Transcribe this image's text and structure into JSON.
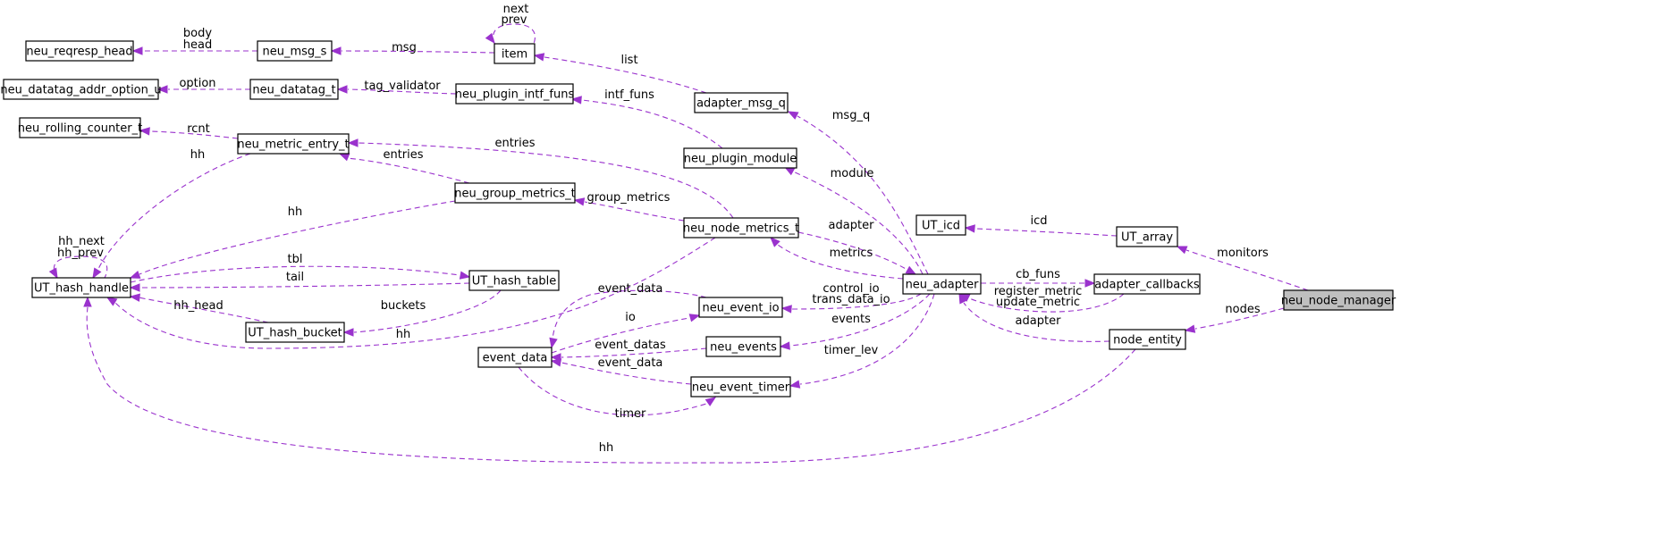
{
  "diagram": {
    "focus": "neu_node_manager",
    "nodes": [
      {
        "id": "neu_reqresp_head",
        "label": "neu_reqresp_head"
      },
      {
        "id": "neu_msg_s",
        "label": "neu_msg_s"
      },
      {
        "id": "item",
        "label": "item"
      },
      {
        "id": "neu_datatag_addr_option_u",
        "label": "neu_datatag_addr_option_u"
      },
      {
        "id": "neu_datatag_t",
        "label": "neu_datatag_t"
      },
      {
        "id": "neu_plugin_intf_funs",
        "label": "neu_plugin_intf_funs"
      },
      {
        "id": "adapter_msg_q",
        "label": "adapter_msg_q"
      },
      {
        "id": "neu_rolling_counter_t",
        "label": "neu_rolling_counter_t"
      },
      {
        "id": "neu_metric_entry_t",
        "label": "neu_metric_entry_t"
      },
      {
        "id": "neu_plugin_module",
        "label": "neu_plugin_module"
      },
      {
        "id": "neu_group_metrics_t",
        "label": "neu_group_metrics_t"
      },
      {
        "id": "neu_node_metrics_t",
        "label": "neu_node_metrics_t"
      },
      {
        "id": "UT_icd",
        "label": "UT_icd"
      },
      {
        "id": "UT_array",
        "label": "UT_array"
      },
      {
        "id": "UT_hash_handle",
        "label": "UT_hash_handle"
      },
      {
        "id": "UT_hash_table",
        "label": "UT_hash_table"
      },
      {
        "id": "neu_adapter",
        "label": "neu_adapter"
      },
      {
        "id": "adapter_callbacks",
        "label": "adapter_callbacks"
      },
      {
        "id": "neu_node_manager",
        "label": "neu_node_manager"
      },
      {
        "id": "neu_event_io",
        "label": "neu_event_io"
      },
      {
        "id": "UT_hash_bucket",
        "label": "UT_hash_bucket"
      },
      {
        "id": "node_entity",
        "label": "node_entity"
      },
      {
        "id": "neu_events",
        "label": "neu_events"
      },
      {
        "id": "event_data",
        "label": "event_data"
      },
      {
        "id": "neu_event_timer",
        "label": "neu_event_timer"
      }
    ],
    "edges": [
      {
        "id": "e_body_head",
        "from": "neu_msg_s",
        "to": "neu_reqresp_head",
        "label_lines": [
          "body",
          "head"
        ]
      },
      {
        "id": "e_msg",
        "from": "item",
        "to": "neu_msg_s",
        "label_lines": [
          "msg"
        ]
      },
      {
        "id": "e_next_prev",
        "from": "item",
        "to": "item",
        "label_lines": [
          "next",
          "prev"
        ]
      },
      {
        "id": "e_option",
        "from": "neu_datatag_t",
        "to": "neu_datatag_addr_option_u",
        "label_lines": [
          "option"
        ]
      },
      {
        "id": "e_tag_validator",
        "from": "neu_plugin_intf_funs",
        "to": "neu_datatag_t",
        "label_lines": [
          "tag_validator"
        ]
      },
      {
        "id": "e_list",
        "from": "adapter_msg_q",
        "to": "item",
        "label_lines": [
          "list"
        ]
      },
      {
        "id": "e_intf_funs",
        "from": "neu_plugin_module",
        "to": "neu_plugin_intf_funs",
        "label_lines": [
          "intf_funs"
        ]
      },
      {
        "id": "e_rcnt",
        "from": "neu_metric_entry_t",
        "to": "neu_rolling_counter_t",
        "label_lines": [
          "rcnt"
        ]
      },
      {
        "id": "e_entries_node",
        "from": "neu_node_metrics_t",
        "to": "neu_metric_entry_t",
        "label_lines": [
          "entries"
        ]
      },
      {
        "id": "e_entries_group",
        "from": "neu_group_metrics_t",
        "to": "neu_metric_entry_t",
        "label_lines": [
          "entries"
        ]
      },
      {
        "id": "e_hh_entry",
        "from": "neu_metric_entry_t",
        "to": "UT_hash_handle",
        "label_lines": [
          "hh"
        ]
      },
      {
        "id": "e_hh_group",
        "from": "neu_group_metrics_t",
        "to": "UT_hash_handle",
        "label_lines": [
          "hh"
        ]
      },
      {
        "id": "e_group_metrics",
        "from": "neu_node_metrics_t",
        "to": "neu_group_metrics_t",
        "label_lines": [
          "group_metrics"
        ]
      },
      {
        "id": "e_msg_q",
        "from": "neu_adapter",
        "to": "adapter_msg_q",
        "label_lines": [
          "msg_q"
        ]
      },
      {
        "id": "e_module",
        "from": "neu_adapter",
        "to": "neu_plugin_module",
        "label_lines": [
          "module"
        ]
      },
      {
        "id": "e_adapter_metrics",
        "from": "neu_node_metrics_t",
        "to": "neu_adapter",
        "label_lines": [
          "adapter"
        ]
      },
      {
        "id": "e_metrics",
        "from": "neu_adapter",
        "to": "neu_node_metrics_t",
        "label_lines": [
          "metrics"
        ]
      },
      {
        "id": "e_icd",
        "from": "UT_array",
        "to": "UT_icd",
        "label_lines": [
          "icd"
        ]
      },
      {
        "id": "e_monitors",
        "from": "neu_node_manager",
        "to": "UT_array",
        "label_lines": [
          "monitors"
        ]
      },
      {
        "id": "e_nodes",
        "from": "neu_node_manager",
        "to": "node_entity",
        "label_lines": [
          "nodes"
        ]
      },
      {
        "id": "e_hh_self",
        "from": "UT_hash_handle",
        "to": "UT_hash_handle",
        "label_lines": [
          "hh_next",
          "hh_prev"
        ]
      },
      {
        "id": "e_tbl",
        "from": "UT_hash_handle",
        "to": "UT_hash_table",
        "label_lines": [
          "tbl"
        ]
      },
      {
        "id": "e_tail",
        "from": "UT_hash_table",
        "to": "UT_hash_handle",
        "label_lines": [
          "tail"
        ]
      },
      {
        "id": "e_hh_head",
        "from": "UT_hash_bucket",
        "to": "UT_hash_handle",
        "label_lines": [
          "hh_head"
        ]
      },
      {
        "id": "e_buckets",
        "from": "UT_hash_table",
        "to": "UT_hash_bucket",
        "label_lines": [
          "buckets"
        ]
      },
      {
        "id": "e_hh_nodemetrics",
        "from": "neu_node_metrics_t",
        "to": "UT_hash_handle",
        "label_lines": [
          "hh"
        ]
      },
      {
        "id": "e_hh_nodeentity",
        "from": "node_entity",
        "to": "UT_hash_handle",
        "label_lines": [
          "hh"
        ]
      },
      {
        "id": "e_cb_funs",
        "from": "neu_adapter",
        "to": "adapter_callbacks",
        "label_lines": [
          "cb_funs"
        ]
      },
      {
        "id": "e_register_update",
        "from": "adapter_callbacks",
        "to": "neu_adapter",
        "label_lines": [
          "register_metric",
          "update_metric"
        ]
      },
      {
        "id": "e_adapter_entity",
        "from": "node_entity",
        "to": "neu_adapter",
        "label_lines": [
          "adapter"
        ]
      },
      {
        "id": "e_control_io",
        "from": "neu_adapter",
        "to": "neu_event_io",
        "label_lines": [
          "control_io",
          "trans_data_io"
        ]
      },
      {
        "id": "e_events",
        "from": "neu_adapter",
        "to": "neu_events",
        "label_lines": [
          "events"
        ]
      },
      {
        "id": "e_timer_lev",
        "from": "neu_adapter",
        "to": "neu_event_timer",
        "label_lines": [
          "timer_lev"
        ]
      },
      {
        "id": "e_event_data_io",
        "from": "neu_event_io",
        "to": "event_data",
        "label_lines": [
          "event_data"
        ]
      },
      {
        "id": "e_io",
        "from": "event_data",
        "to": "neu_event_io",
        "label_lines": [
          "io"
        ]
      },
      {
        "id": "e_event_datas",
        "from": "neu_events",
        "to": "event_data",
        "label_lines": [
          "event_datas"
        ]
      },
      {
        "id": "e_event_data_timer",
        "from": "neu_event_timer",
        "to": "event_data",
        "label_lines": [
          "event_data"
        ]
      },
      {
        "id": "e_timer",
        "from": "event_data",
        "to": "neu_event_timer",
        "label_lines": [
          "timer"
        ]
      }
    ]
  },
  "colors": {
    "edge": "#9a32cd",
    "node_border": "#000000",
    "node_fill": "#ffffff",
    "focus_fill": "#bfbfbf"
  }
}
